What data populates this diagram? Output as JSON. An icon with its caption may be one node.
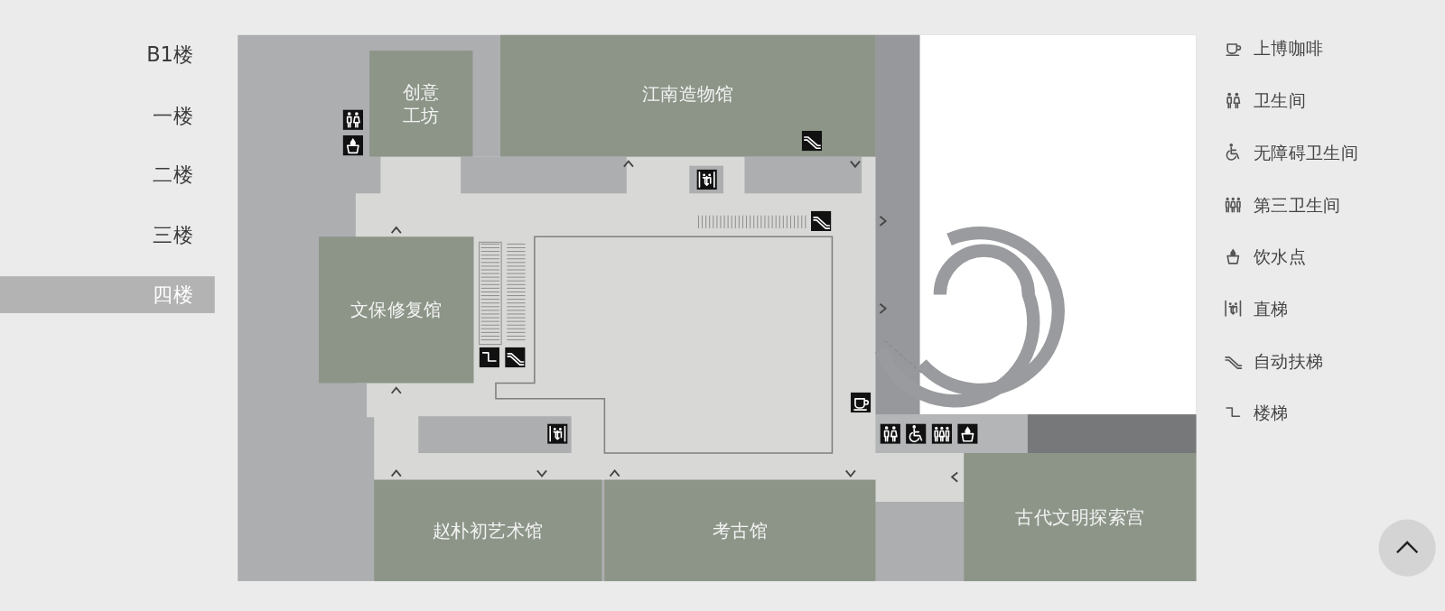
{
  "diagram": {
    "nodes": [
      {
        "text": [
          "创意工坊"
        ]
      },
      {
        "text": [
          "江南造物馆"
        ]
      },
      {
        "text": [
          "文保修复馆"
        ]
      },
      {
        "text": [
          "赵朴初艺术馆"
        ]
      },
      {
        "text": [
          "考古馆"
        ]
      },
      {
        "text": [
          "古代文明探索宫"
        ]
      }
    ],
    "labels": [
      "B1楼",
      "一楼",
      "二楼",
      "三楼",
      "四楼"
    ],
    "legend": [
      {
        "text": "上博咖啡"
      },
      {
        "text": "卫生间"
      },
      {
        "text": "无障碍卫生间"
      },
      {
        "text": "第三卫生间"
      },
      {
        "text": "饮水点"
      },
      {
        "text": "直梯"
      },
      {
        "text": "自动扶梯"
      },
      {
        "text": "楼梯"
      }
    ]
  }
}
